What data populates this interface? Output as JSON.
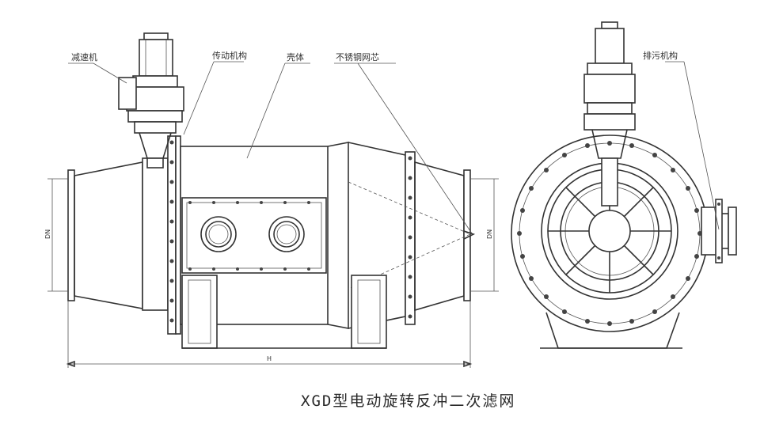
{
  "labels": {
    "reducer": "减速机",
    "transmission": "传动机构",
    "housing": "壳体",
    "screen": "不锈钢网芯",
    "drain": "排污机构"
  },
  "dimensions": {
    "dn_left": "DN",
    "dn_right": "DN",
    "length": "H"
  },
  "caption": "XGD型电动旋转反冲二次滤网"
}
